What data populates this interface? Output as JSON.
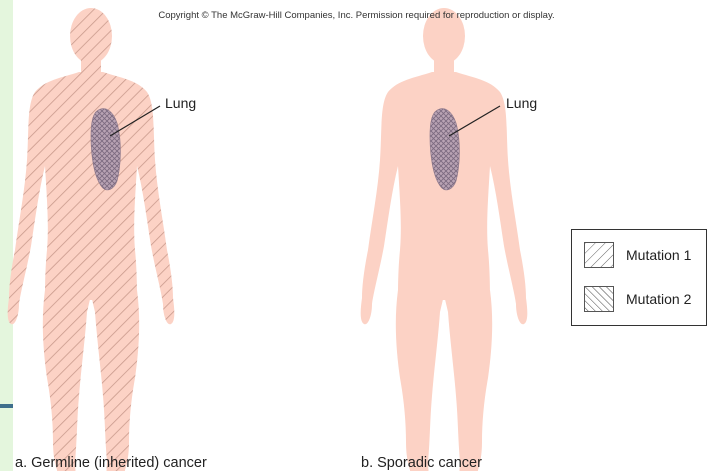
{
  "copyright": "Copyright © The McGraw-Hill Companies, Inc. Permission required for reproduction or display.",
  "panels": [
    {
      "organ_label": "Lung",
      "caption": "a. Germline (inherited) cancer"
    },
    {
      "organ_label": "Lung",
      "caption": "b. Sporadic cancer"
    }
  ],
  "legend": {
    "items": [
      {
        "label": "Mutation 1"
      },
      {
        "label": "Mutation 2"
      }
    ]
  },
  "colors": {
    "body_fill": "#fcd2c5",
    "hatch_stroke": "#c99a8c",
    "lung_fill": "#b9a3b4",
    "lung_hatch": "#7c6a80",
    "slide_background": "#e4f6dd",
    "accent_bar": "#3f6f8c"
  }
}
